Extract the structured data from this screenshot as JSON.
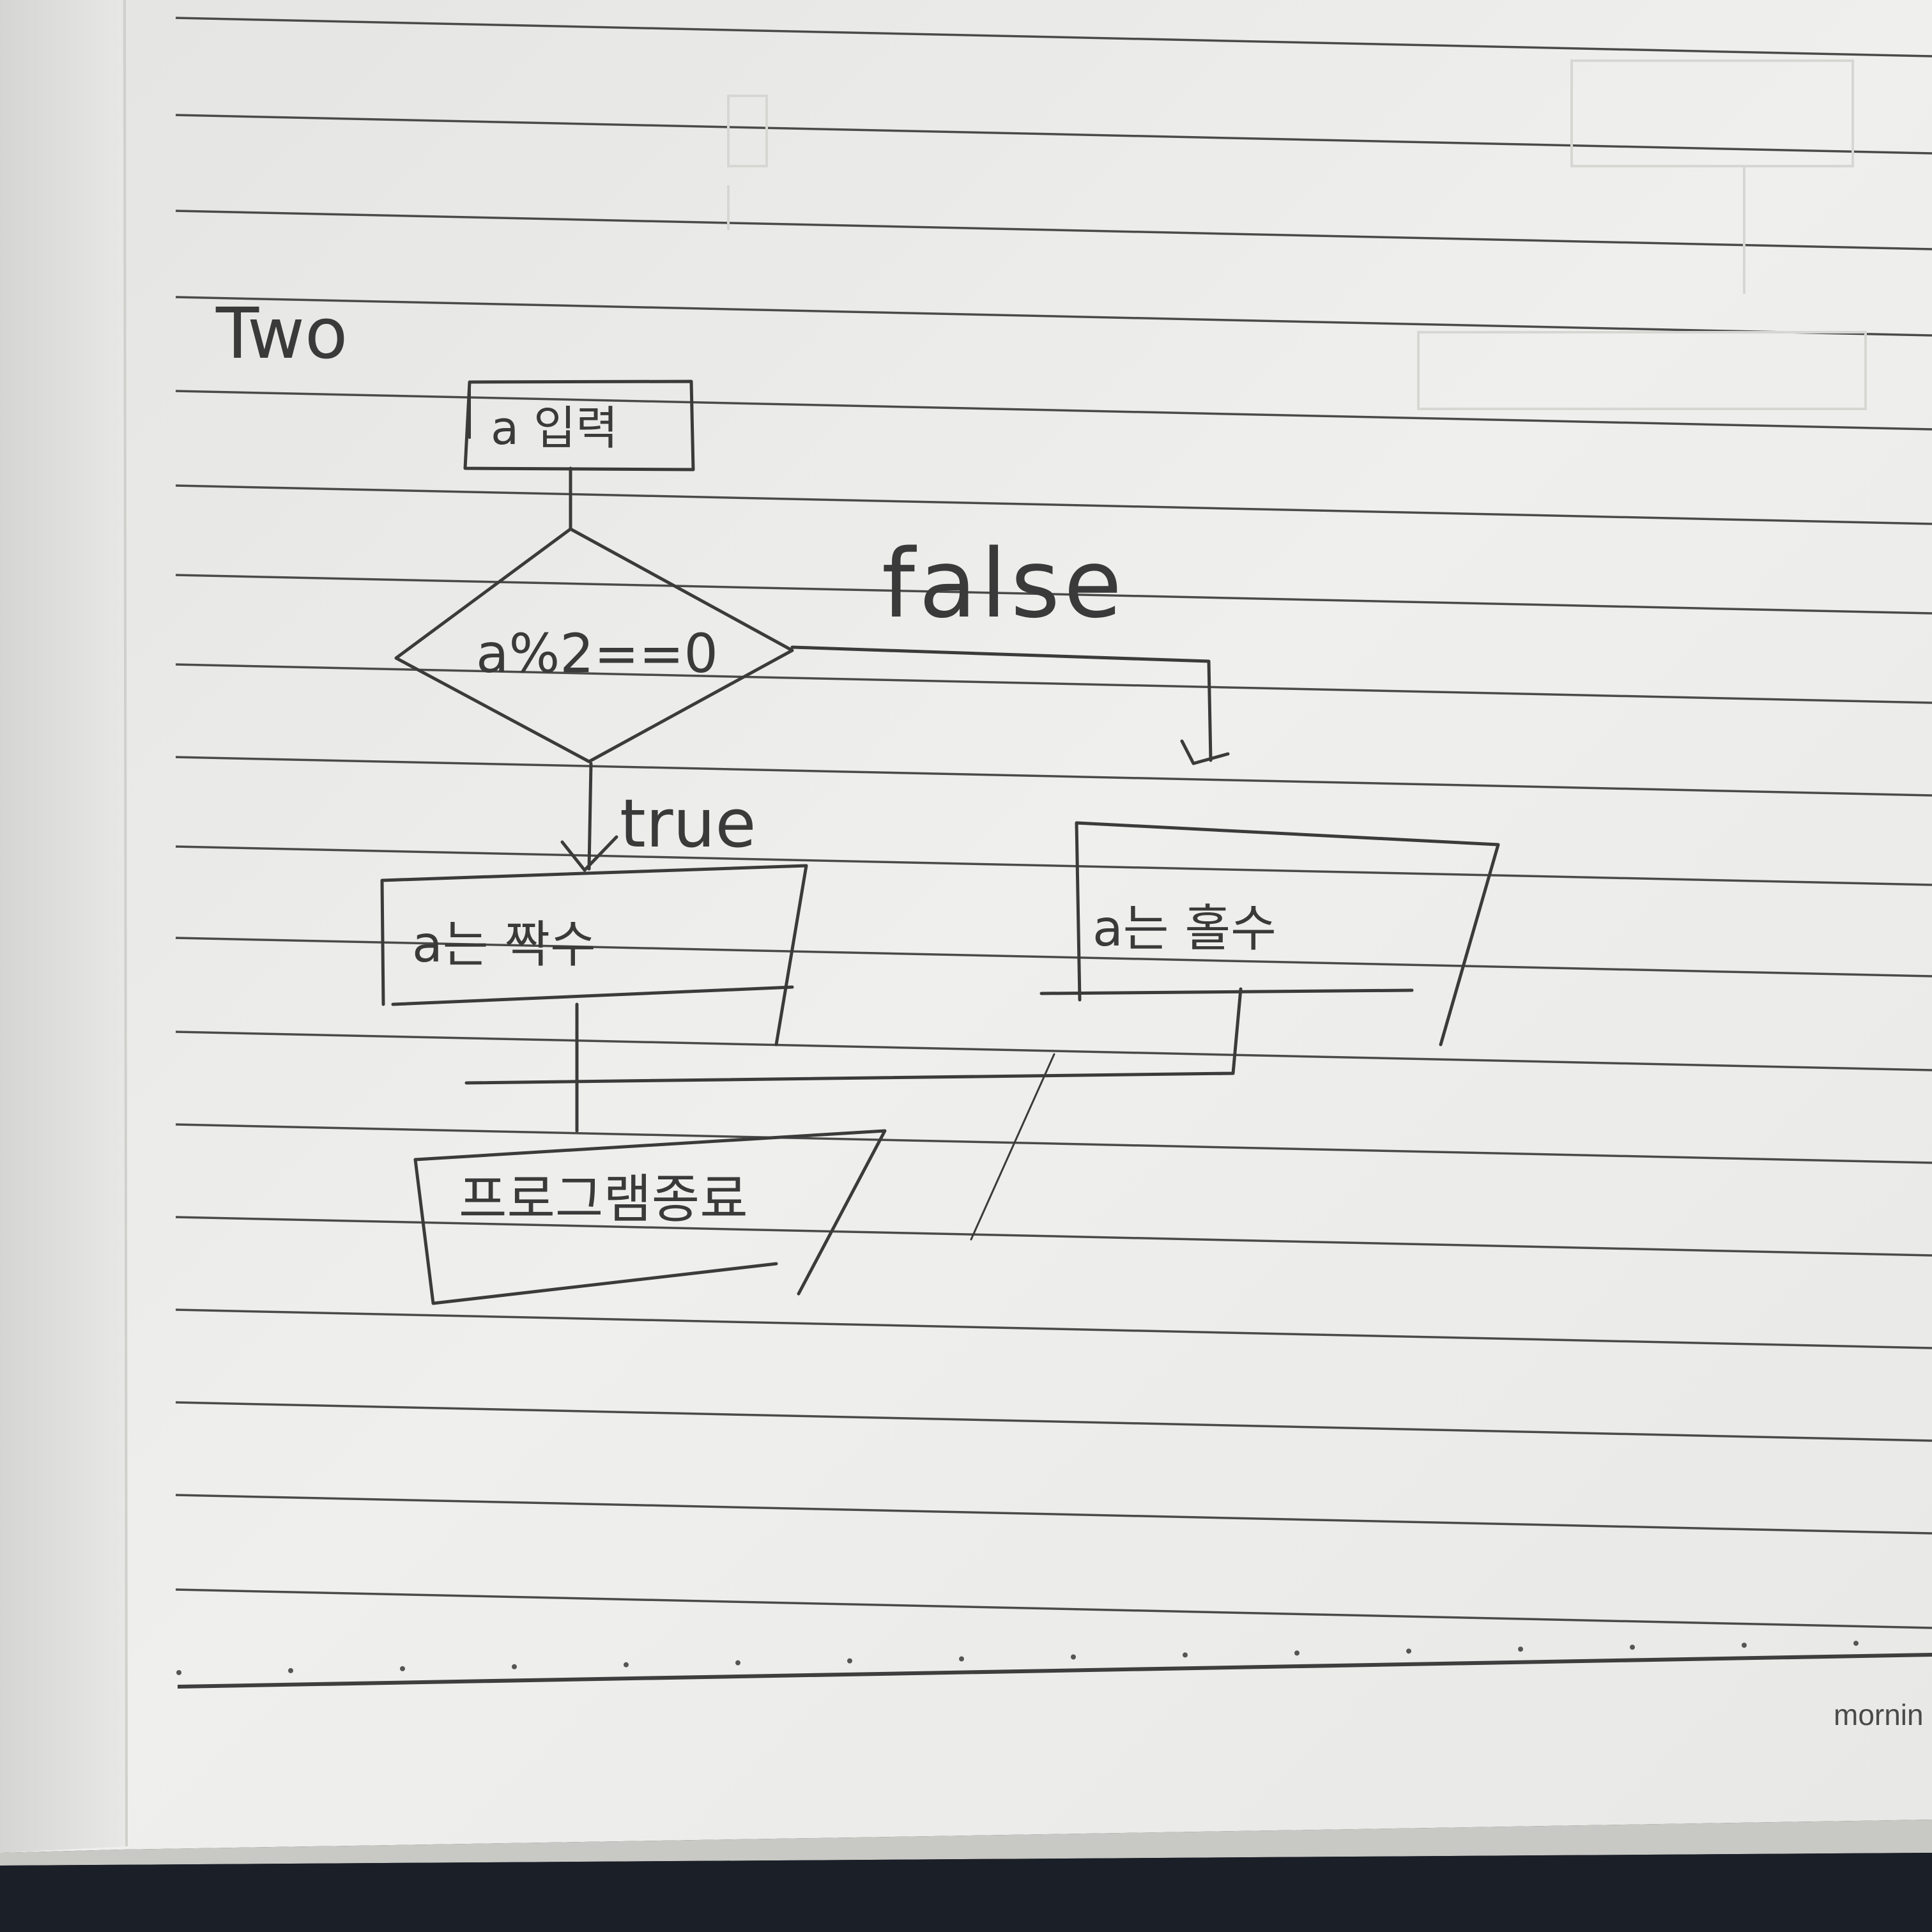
{
  "page": {
    "heading": "Two",
    "brand": "mornin"
  },
  "flowchart": {
    "input": "a 입력",
    "decision": "a%2==0",
    "true_label": "true",
    "false_label": "false",
    "even_output": "a는 짝수",
    "odd_output": "a는 홀수",
    "end": "프로그램종료"
  },
  "colors": {
    "paper": "#eeeeec",
    "ink": "#3b3b3b",
    "rule_lines": "#4a4a4a",
    "background": "#1a1e26"
  }
}
